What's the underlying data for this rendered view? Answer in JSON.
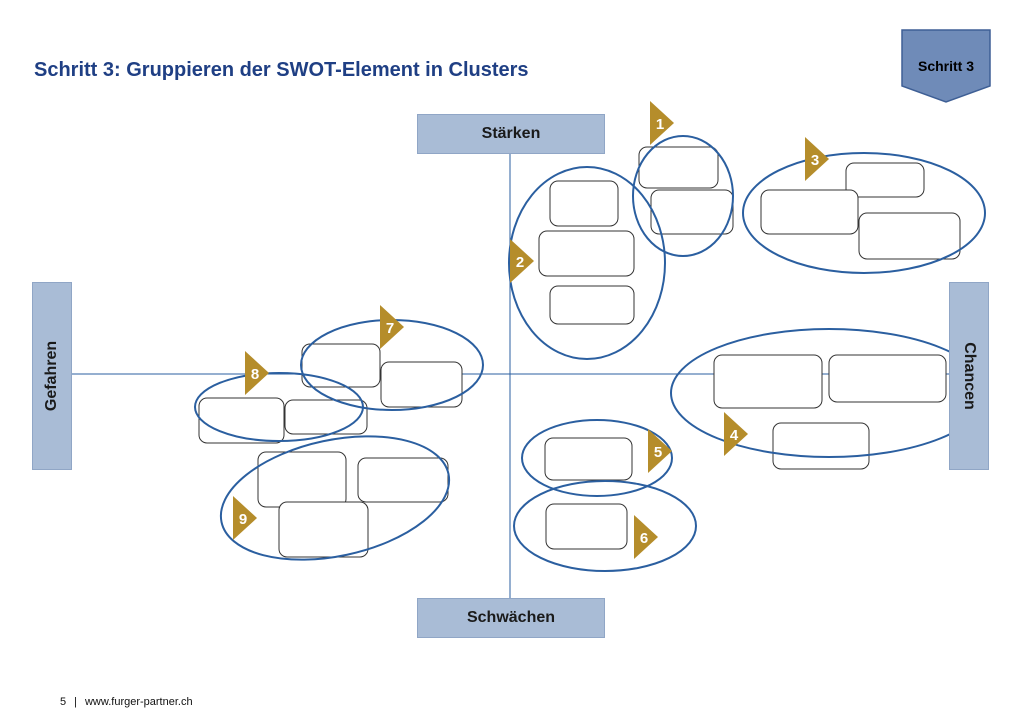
{
  "title": "Schritt 3: Gruppieren der SWOT-Element in Clusters",
  "step_badge": "Schritt 3",
  "axes": {
    "top": "Stärken",
    "bottom": "Schwächen",
    "left": "Gefahren",
    "right": "Chancen"
  },
  "clusters": [
    "1",
    "2",
    "3",
    "4",
    "5",
    "6",
    "7",
    "8",
    "9"
  ],
  "colors": {
    "title": "#1f3f84",
    "axis_box": "#a9bcd6",
    "ellipse": "#2b5fa0",
    "marker": "#b58d2b",
    "badge": "#6f8bb8"
  },
  "footer": {
    "page": "5",
    "separator": "|",
    "url": "www.furger-partner.ch"
  }
}
